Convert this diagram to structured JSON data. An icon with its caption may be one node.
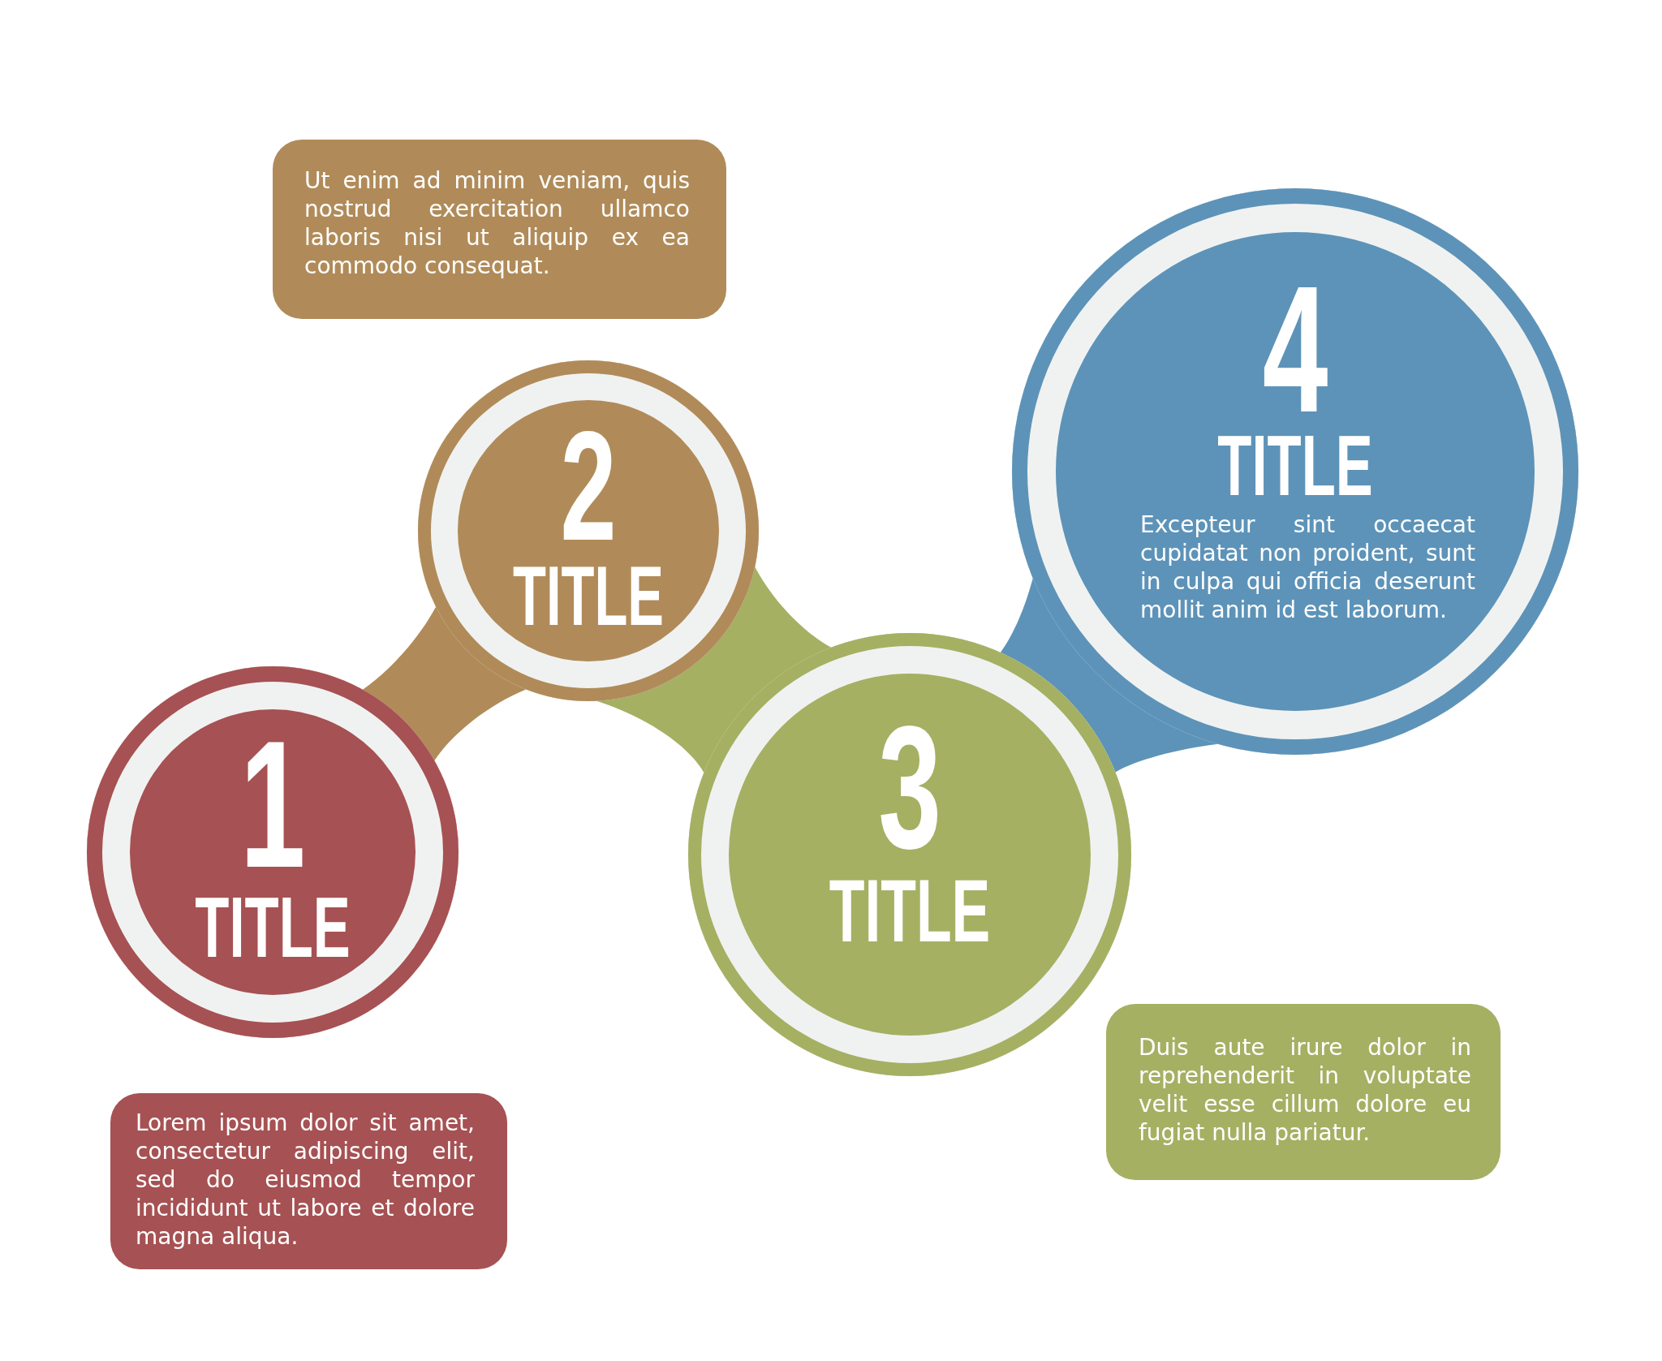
{
  "diagram": {
    "nodes": [
      {
        "text": [
          "1",
          "TITLE"
        ]
      },
      {
        "text": [
          "Lorem ipsum dolor sit amet, consectetur adipiscing elit, sed do eiusmod tempor incididunt ut labore et dolore magna aliqua."
        ]
      },
      {
        "text": [
          "2",
          "TITLE"
        ]
      },
      {
        "text": [
          "Ut enim ad minim veniam, quis nostrud exercitation ullamco laboris nisi ut aliquip ex ea commodo consequat."
        ]
      },
      {
        "text": [
          "3",
          "TITLE"
        ]
      },
      {
        "text": [
          "Duis aute irure dolor in reprehenderit in voluptate velit esse cillum dolore eu fugiat nulla pariatur."
        ]
      },
      {
        "text": [
          "4",
          "TITLE",
          "Excepteur sint occaecat cupidatat non proident, sunt in culpa qui officia deserunt mollit anim id est laborum."
        ]
      }
    ],
    "edges": [
      {
        "from": 0,
        "to": 2,
        "arrow": "none",
        "style": "thick",
        "color": "#b08b59"
      },
      {
        "from": 2,
        "to": 4,
        "arrow": "none",
        "style": "thick",
        "color": "#a5b063"
      },
      {
        "from": 4,
        "to": 6,
        "arrow": "none",
        "style": "thick",
        "color": "#5d93b8"
      }
    ]
  }
}
